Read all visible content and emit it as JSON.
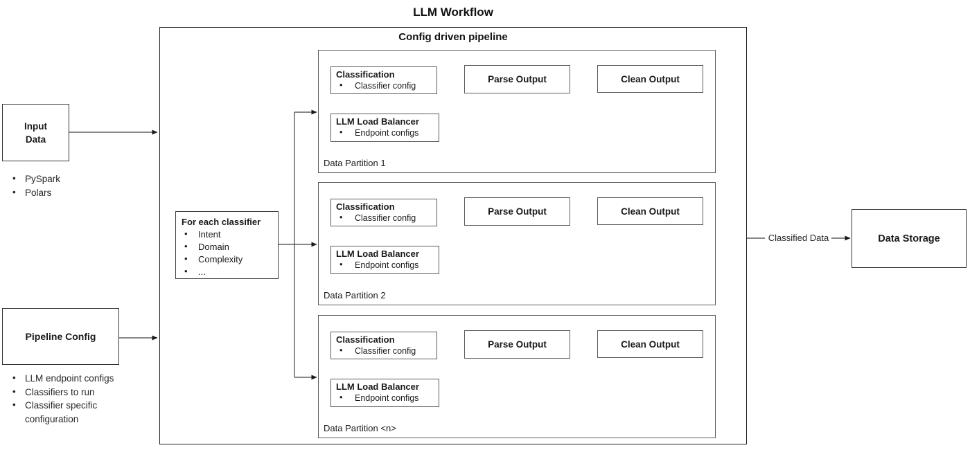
{
  "title": "LLM Workflow",
  "pipeline": {
    "label": "Config driven pipeline",
    "for_each": {
      "title": "For each classifier",
      "items": [
        "Intent",
        "Domain",
        "Complexity",
        "..."
      ]
    },
    "partitions": [
      "Data Partition 1",
      "Data Partition 2",
      "Data Partition <n>"
    ],
    "blocks": {
      "classification": {
        "title": "Classification",
        "bullet": "Classifier config"
      },
      "load_balancer": {
        "title": "LLM Load Balancer",
        "bullet": "Endpoint configs"
      },
      "parse_output": "Parse Output",
      "clean_output": "Clean Output"
    }
  },
  "left": {
    "input_data": {
      "title": "Input Data",
      "bullets": [
        "PySpark",
        "Polars"
      ]
    },
    "pipeline_config": {
      "title": "Pipeline Config",
      "bullets": [
        "LLM endpoint configs",
        "Classifiers to run",
        "Classifier specific configuration"
      ]
    }
  },
  "right": {
    "edge_label": "Classified Data",
    "data_storage": "Data Storage"
  },
  "colors": {
    "connector": "#404040",
    "arrowhead": "#1a1a1a",
    "outer_border": "#1f1f1f",
    "inner_border": "#595959",
    "text": "#1a1a1a",
    "background": "#ffffff"
  }
}
